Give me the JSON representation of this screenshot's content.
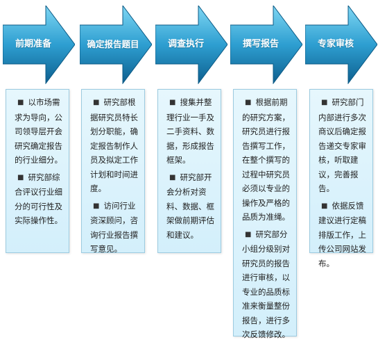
{
  "colors": {
    "arrow_light": "#5cc8ec",
    "arrow_dark": "#0e6fa3",
    "card_bg": "#e0f4fc",
    "card_border": "#9ccbe0"
  },
  "steps": [
    {
      "title": "前期准备",
      "items": [
        "以市场需求为导向，公司领导层开会研究确定报告的行业细分。",
        "研究部综合评议行业细分的可行性及实际操作性。"
      ]
    },
    {
      "title": "确定报告题目",
      "items": [
        "研究部根据研究员特长划分职能，确定报告制作人员及拟定工作计划和时间进度。",
        "访问行业资深顾问，咨询行业报告撰写意见。"
      ]
    },
    {
      "title": "调查执行",
      "items": [
        "搜集并整理行业一手及二手资料、数据，形成报告框架。",
        "研究部开会分析对资料、数据、框架做前期评估和建议。"
      ]
    },
    {
      "title": "撰写报告",
      "items": [
        "根据前期的研究方案，研究员进行报告撰写工作，在整个撰写的过程中研究员必须以专业的操作及严格的品质为准绳。",
        "研究部分小组分级别对研究员的报告进行审核，以专业的品质标准来衡量整份报告，进行多次反馈修改。"
      ]
    },
    {
      "title": "专家审核",
      "items": [
        "研究部门内部进行多次商议后确定报告递交专家审核，听取建议，完善报告。",
        "依据反馈建议进行定稿排版工作，上传公司网站发布。"
      ]
    }
  ]
}
